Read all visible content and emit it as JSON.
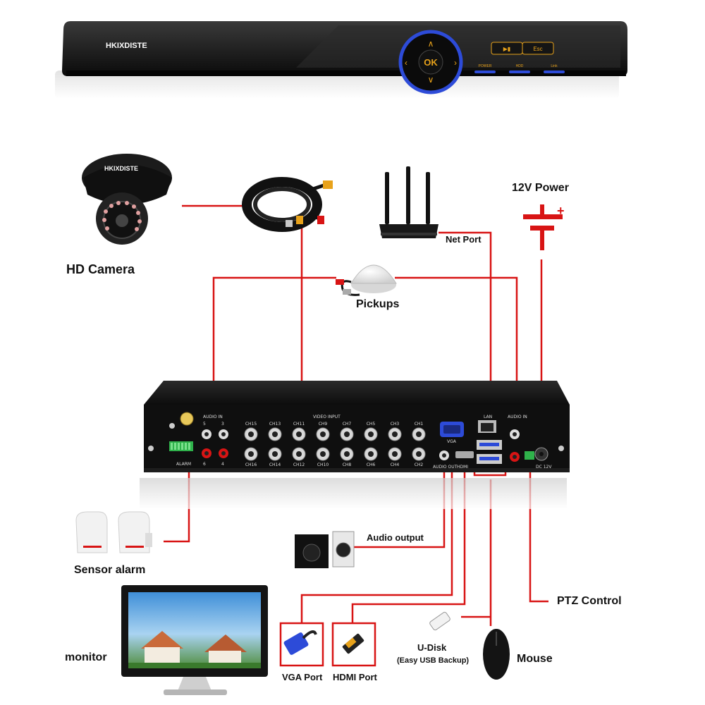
{
  "brand": "HKIXDISTE",
  "front_panel": {
    "ok_label": "OK",
    "btn_play": "▶▮",
    "btn_esc": "Esc",
    "led_power": "POWER",
    "led_hdd": "HDD",
    "led_link": "Link"
  },
  "labels": {
    "hd_camera": "HD Camera",
    "pickups": "Pickups",
    "net_port": "Net Port",
    "power_12v": "12V Power",
    "sensor_alarm": "Sensor alarm",
    "audio_output": "Audio output",
    "ptz_control": "PTZ Control",
    "monitor": "monitor",
    "vga_port": "VGA Port",
    "hdmi_port": "HDMI Port",
    "udisk": "U-Disk",
    "udisk_note": "(Easy USB Backup)",
    "mouse": "Mouse"
  },
  "rear_panel": {
    "audio_in_left": "AUDIO IN",
    "audio_in_right": "AUDIO IN",
    "video_input": "VIDEO INPUT",
    "vga": "VGA",
    "lan": "LAN",
    "audio_out": "AUDIO OUT",
    "hdmi": "HDMI",
    "alarm": "ALARM",
    "dc": "DC 12V",
    "ch_top": [
      "CH15",
      "CH13",
      "CH11",
      "CH9",
      "CH7",
      "CH5",
      "CH3",
      "CH1"
    ],
    "ch_bottom": [
      "CH16",
      "CH14",
      "CH12",
      "CH10",
      "CH8",
      "CH6",
      "CH4",
      "CH2"
    ],
    "audio_nums_top": [
      "5",
      "3"
    ],
    "audio_nums_bottom": [
      "6",
      "4"
    ]
  },
  "colors": {
    "wire": "#d81414",
    "device_body": "#151515",
    "accent_blue": "#2d4bd8",
    "accent_gold": "#e8a21a"
  }
}
